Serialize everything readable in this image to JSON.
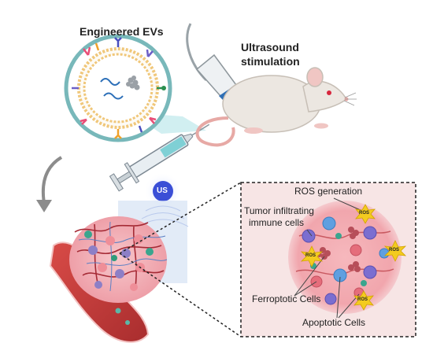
{
  "labels": {
    "engineered_evs": "Engineered EVs",
    "ultrasound_line1": "Ultrasound",
    "ultrasound_line2": "stimulation",
    "us_badge": "US",
    "ros_generation": "ROS generation",
    "tumor_infiltrating_line1": "Tumor infiltrating",
    "tumor_infiltrating_line2": "immune cells",
    "ferroptotic_cells": "Ferroptotic Cells",
    "apoptotic_cells": "Apoptotic Cells",
    "ros_burst": "ROS"
  },
  "colors": {
    "vesicle_ring": "#78b8ba",
    "mouse_body": "#ece7e1",
    "tumor_pink": "#f4b6bd",
    "blood_vessel": "#c8413f",
    "us_badge": "#3b4fd6",
    "ros_star": "#f3cb1f",
    "inset_bg": "#f7e5e5",
    "arrow_gray": "#8c8c8c"
  }
}
